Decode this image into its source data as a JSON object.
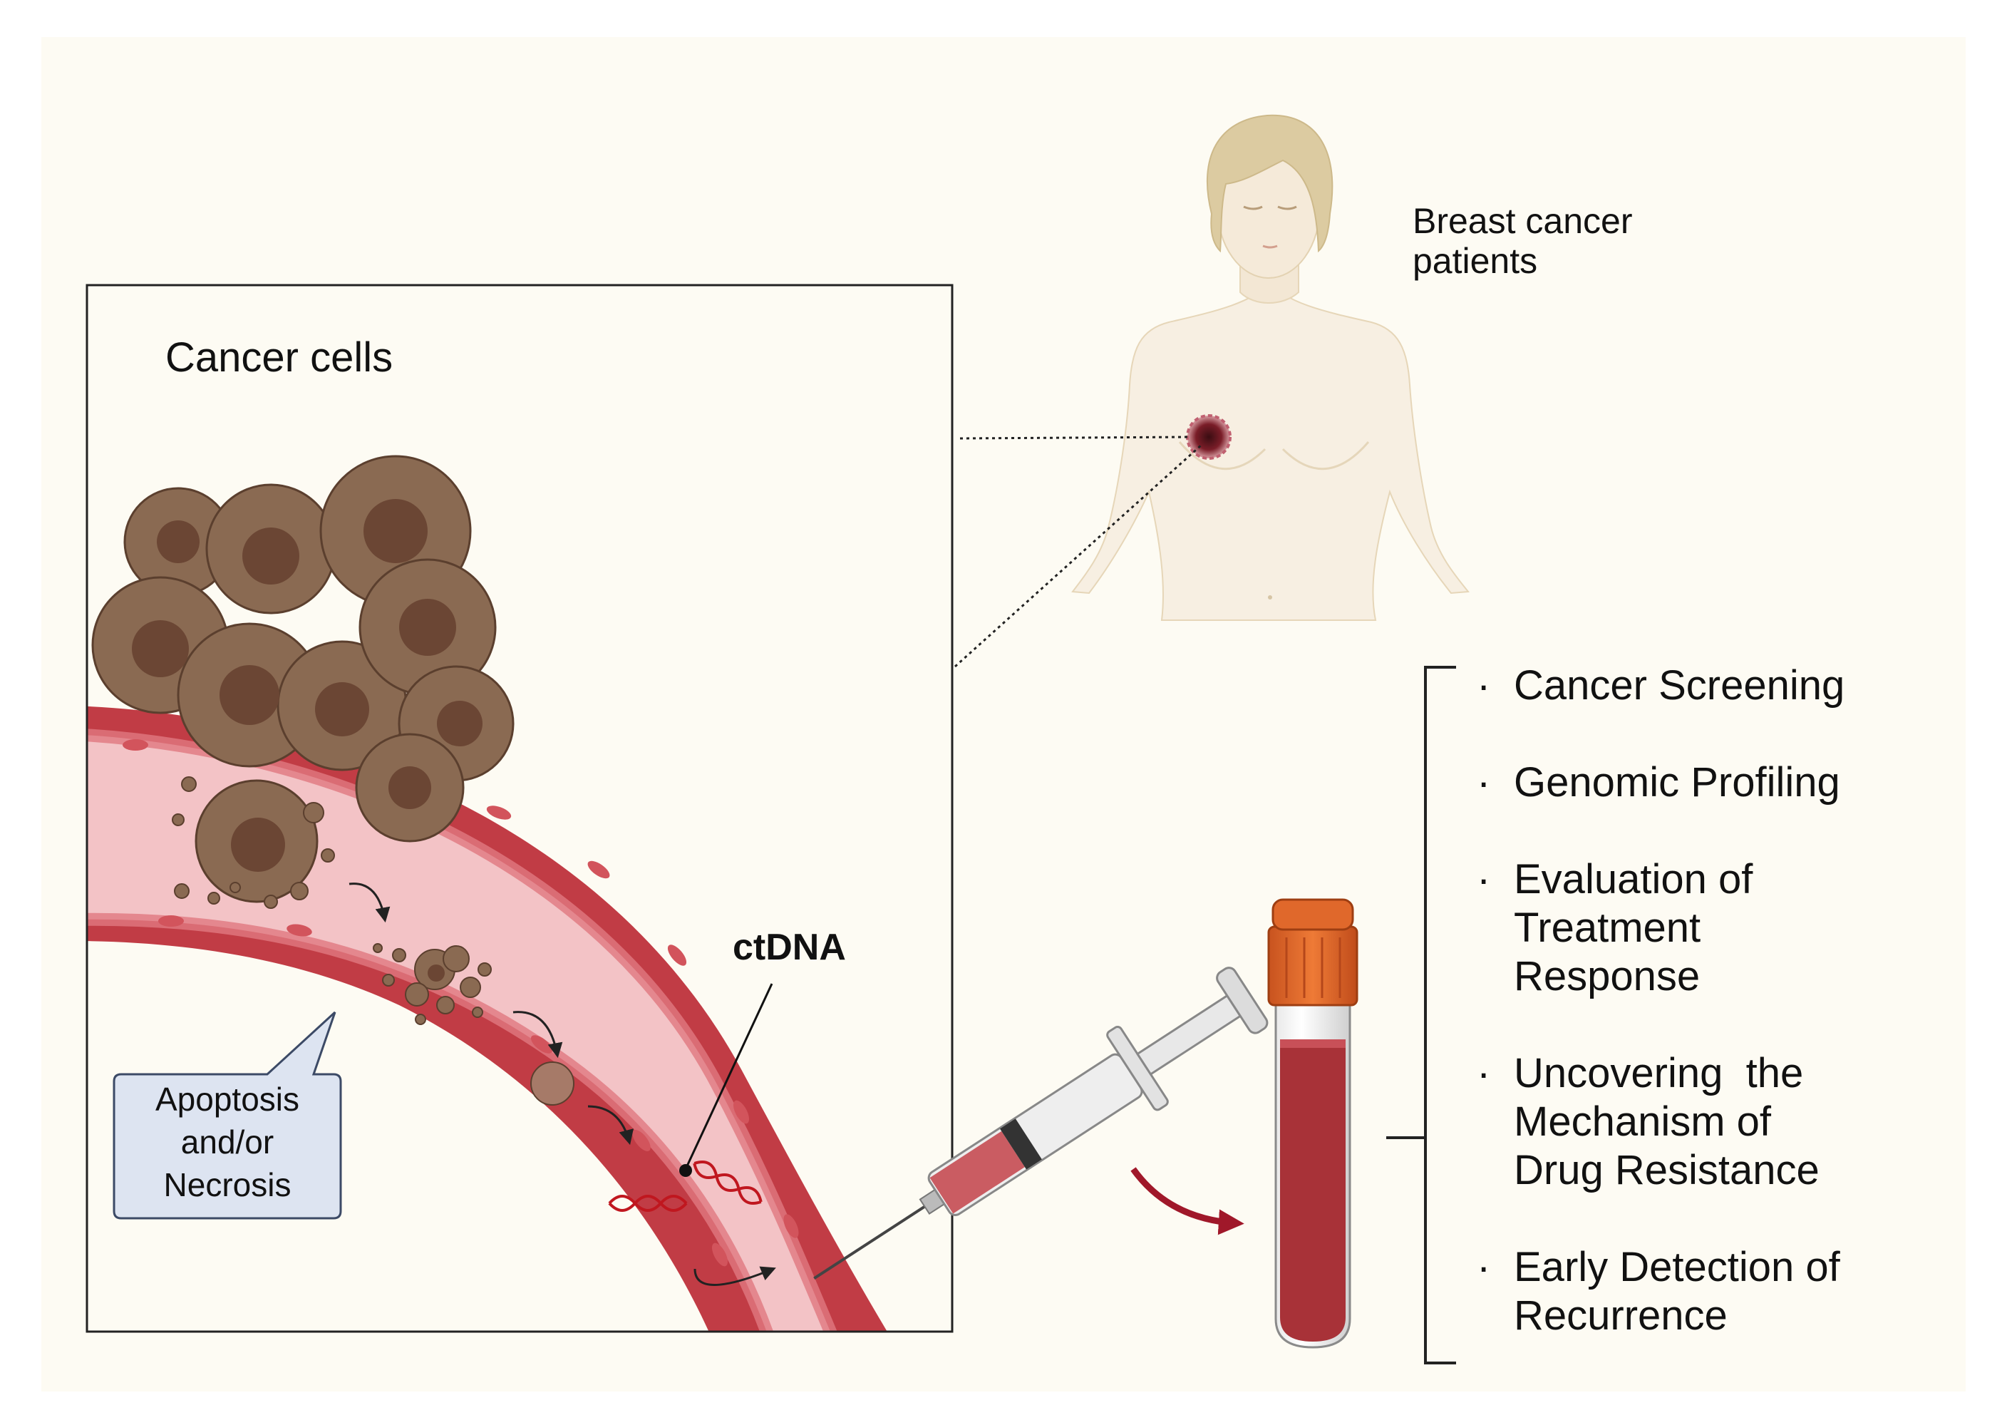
{
  "labels": {
    "cancer_cells": "Cancer cells",
    "patients": [
      "Breast cancer",
      "patients"
    ],
    "ctdna": "ctDNA",
    "callout": [
      "Apoptosis",
      "and/or",
      "Necrosis"
    ]
  },
  "outcomes": [
    {
      "bullet": "·",
      "lines": [
        "Cancer Screening"
      ]
    },
    {
      "bullet": "·",
      "lines": [
        "Genomic Profiling"
      ]
    },
    {
      "bullet": "·",
      "lines": [
        "Evaluation of",
        "Treatment",
        "Response"
      ]
    },
    {
      "bullet": "·",
      "lines": [
        "Uncovering  the",
        "Mechanism of",
        "Drug Resistance"
      ]
    },
    {
      "bullet": "·",
      "lines": [
        "Early Detection of",
        "Recurrence"
      ]
    }
  ],
  "colors": {
    "background": "#fdfbf3",
    "vessel_wall": "#c13c45",
    "vessel_lumen": "#f3c3c6",
    "cancer_cell": "#8a6a52",
    "cancer_nucleus": "#6b4634",
    "dna": "#c0171f",
    "blood": "#a83238",
    "tube_cap": "#e0682b",
    "arrow_red": "#a0182a",
    "skin": "#f6eedf",
    "hair": "#dccba1"
  },
  "icons": [
    "woman-silhouette-icon",
    "tumor-icon",
    "cancer-cell-cluster-icon",
    "blood-vessel-icon",
    "dna-icon",
    "syringe-icon",
    "blood-tube-icon"
  ]
}
